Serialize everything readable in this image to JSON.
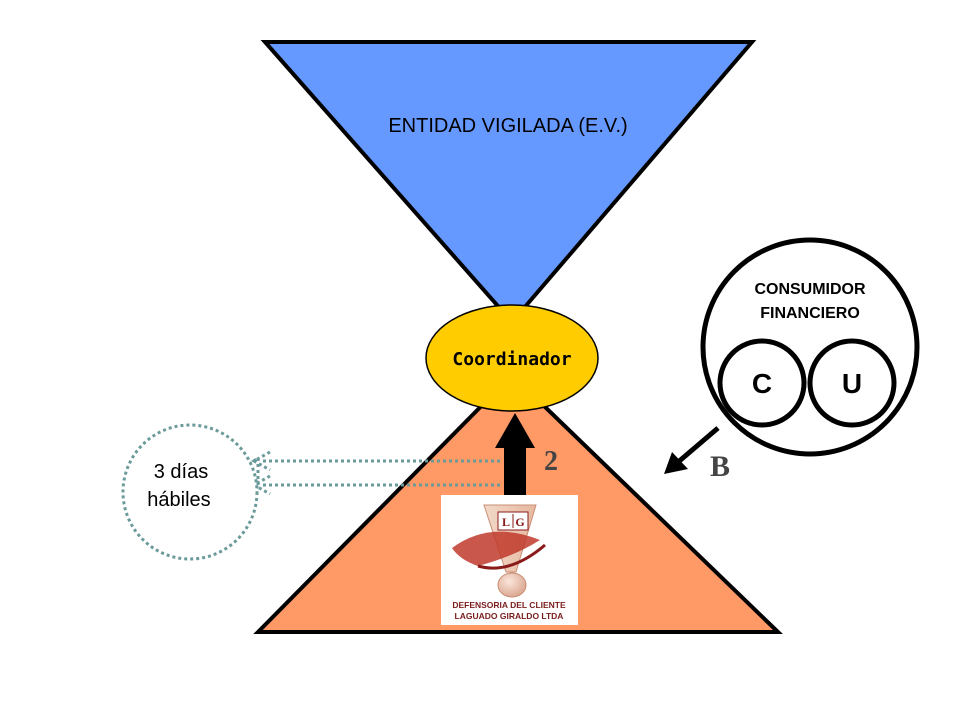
{
  "top_label": "ENTIDAD VIGILADA (E.V.)",
  "coordinator_label": "Coordinador",
  "step_number": "2",
  "time_note": {
    "line1": "3 días",
    "line2": "hábiles"
  },
  "consumer": {
    "line1": "CONSUMIDOR",
    "line2": "FINANCIERO",
    "left_letter": "C",
    "right_letter": "U"
  },
  "arrow_letter": "B",
  "logo": {
    "initials_left": "L",
    "initials_right": "G",
    "line1": "DEFENSORIA DEL CLIENTE",
    "line2": "LAGUADO GIRALDO  LTDA"
  },
  "colors": {
    "top_triangle": "#6699FF",
    "bottom_triangle": "#FF9966",
    "coordinator": "#FFCC00",
    "dotted": "#6B9A9A",
    "logo_red": "#C0392B"
  }
}
